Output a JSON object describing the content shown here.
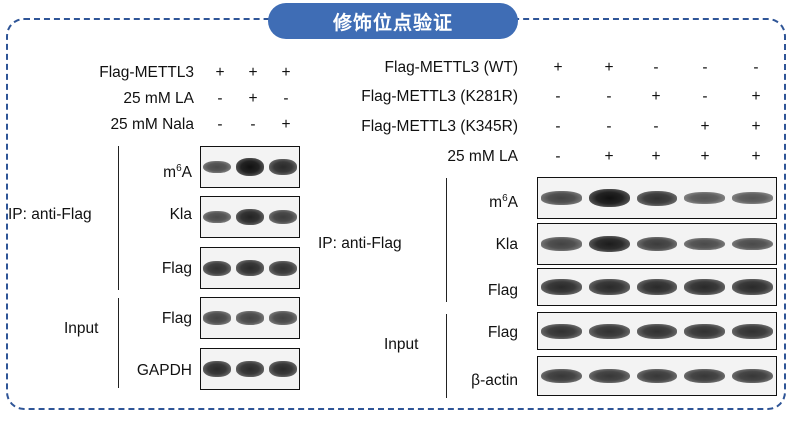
{
  "title": "修饰位点验证",
  "left": {
    "conditions": [
      {
        "label": "Flag-METTL3",
        "marks": [
          "+",
          "+",
          "+"
        ]
      },
      {
        "label": "25 mM LA",
        "marks": [
          "-",
          "+",
          "-"
        ]
      },
      {
        "label": "25 mM Nala",
        "marks": [
          "-",
          "-",
          "+"
        ]
      }
    ],
    "ip_label": "IP: anti-Flag",
    "input_label": "Input",
    "blots": [
      {
        "label": "m6A",
        "intensity": [
          0.55,
          1.0,
          0.8
        ]
      },
      {
        "label": "Kla",
        "intensity": [
          0.55,
          0.85,
          0.65
        ]
      },
      {
        "label": "Flag",
        "intensity": [
          0.75,
          0.8,
          0.75
        ]
      },
      {
        "label": "Flag",
        "intensity": [
          0.6,
          0.6,
          0.6
        ]
      },
      {
        "label": "GAPDH",
        "intensity": [
          0.8,
          0.8,
          0.8
        ]
      }
    ]
  },
  "right": {
    "conditions": [
      {
        "label": "Flag-METTL3 (WT)",
        "marks": [
          "+",
          "+",
          "-",
          "-",
          "-"
        ]
      },
      {
        "label": "Flag-METTL3 (K281R)",
        "marks": [
          "-",
          "-",
          "+",
          "-",
          "+"
        ]
      },
      {
        "label": "Flag-METTL3 (K345R)",
        "marks": [
          "-",
          "-",
          "-",
          "+",
          "+"
        ]
      },
      {
        "label": "25 mM LA",
        "marks": [
          "-",
          "+",
          "+",
          "+",
          "+"
        ]
      }
    ],
    "ip_label": "IP: anti-Flag",
    "input_label": "Input",
    "blots": [
      {
        "label": "m6A",
        "intensity": [
          0.6,
          1.0,
          0.75,
          0.45,
          0.45
        ]
      },
      {
        "label": "Kla",
        "intensity": [
          0.6,
          0.9,
          0.65,
          0.55,
          0.55
        ]
      },
      {
        "label": "Flag",
        "intensity": [
          0.8,
          0.8,
          0.8,
          0.8,
          0.8
        ]
      },
      {
        "label": "Flag",
        "intensity": [
          0.75,
          0.75,
          0.75,
          0.75,
          0.75
        ]
      },
      {
        "label": "β-actin",
        "intensity": [
          0.7,
          0.7,
          0.7,
          0.7,
          0.7
        ]
      }
    ]
  }
}
